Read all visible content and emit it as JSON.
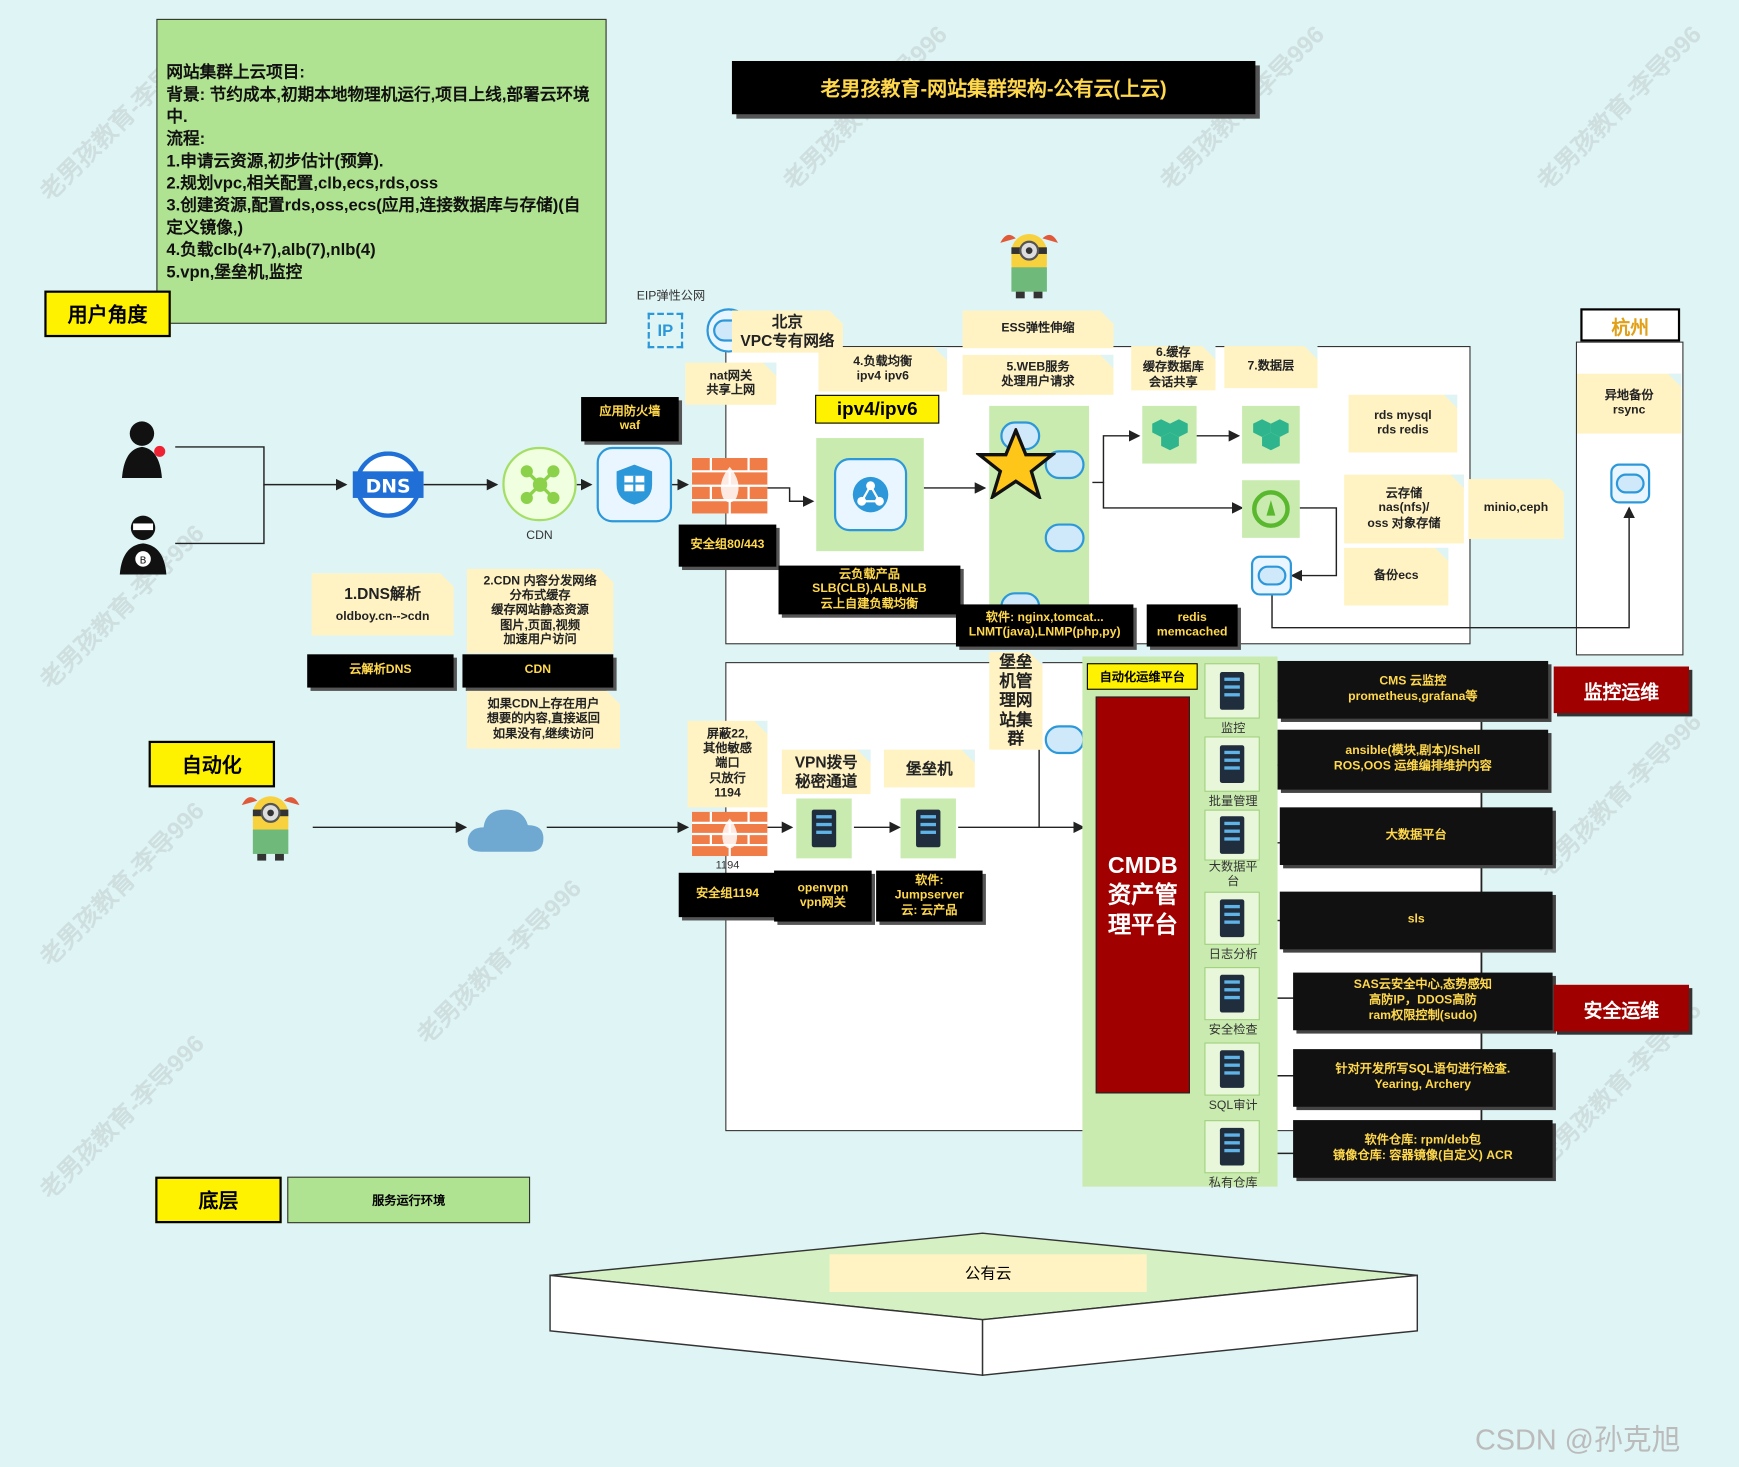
{
  "title": "老男孩教育-网站集群架构-公有云(上云)",
  "project_note": {
    "lines": [
      "网站集群上云项目:",
      "背景: 节约成本,初期本地物理机运行,项目上线,部署云环境中.",
      "流程:",
      "1.申请云资源,初步估计(预算).",
      "2.规划vpc,相关配置,clb,ecs,rds,oss",
      "3.创建资源,配置rds,oss,ecs(应用,连接数据库与存储)(自定义镜像,)",
      "4.负载clb(4+7),alb(7),nlb(4)",
      "5.vpn,堡垒机,监控"
    ]
  },
  "labels": {
    "user_angle": "用户角度",
    "automation": "自动化",
    "bottom_layer": "底层",
    "service_env": "服务运行环境",
    "public_cloud": "公有云",
    "eip": "EIP弹性公网",
    "vpc": "北京\nVPC专有网络",
    "nat": "nat网关\n共享上网",
    "lb_note": "4.负载均衡\nipv4 ipv6",
    "ipv4_ipv6": "ipv4/ipv6",
    "ess": "ESS弹性伸缩",
    "web": "5.WEB服务\n处理用户请求",
    "cache": "6.缓存\n缓存数据库\n会话共享",
    "data_layer": "7.数据层",
    "rds": "rds mysql\nrds  redis",
    "cloud_storage": "云存储\nnas(nfs)/\noss  对象存储",
    "minio": "minio,ceph",
    "backup_ecs": "备份ecs",
    "hangzhou": "杭州",
    "remote_backup": "异地备份\nrsync",
    "waf_title": "应用防火墙\nwaf",
    "cdn_label": "CDN",
    "sg_80_443": "安全组80/443",
    "cloud_lb_products": "云负载产品\nSLB(CLB),ALB,NLB\n云上自建负载均衡",
    "software_web": "软件: nginx,tomcat...\nLNMT(java),LNMP(php,py)",
    "redis_memcached": "redis\nmemcached",
    "dns_step": "1.DNS解析",
    "dns_domain": "oldboy.cn-->cdn",
    "cdn_step": "2.CDN 内容分发网络\n分布式缓存\n缓存网站静态资源\n图片,页面,视频\n加速用户访问",
    "cloud_dns": "云解析DNS",
    "cdn_dark": "CDN",
    "cdn_cache_note": "如果CDN上存在用户\n想要的内容,直接返回\n如果没有,继续访问",
    "bastion_vertical": "堡垒机管理网站集群",
    "shield_note": "屏蔽22,\n其他敏感\n端口\n只放行\n1194",
    "port_1194": "1194",
    "sg_1194": "安全组1194",
    "vpn_dial": "VPN拨号\n秘密通道",
    "bastion": "堡垒机",
    "openvpn": "openvpn\nvpn网关",
    "jumpserver": "软件:\nJumpserver\n云: 云产品",
    "auto_ops": "自动化运维平台",
    "cmdb": "CMDB\n资产管\n理平台",
    "monitor_ops": "监控运维",
    "security_ops": "安全运维",
    "watermark": "老男孩教育-李导996",
    "csdn": "CSDN @孙克旭"
  },
  "ops_items": [
    {
      "label": "监控",
      "desc": "CMS 云监控\nprometheus,grafana等"
    },
    {
      "label": "批量管理",
      "desc": "ansible(模块,剧本)/Shell\nROS,OOS 运维编排维护内容"
    },
    {
      "label": "大数据平台",
      "desc": "大数据平台"
    },
    {
      "label": "日志分析",
      "desc": "sls"
    },
    {
      "label": "安全检查",
      "desc": "SAS云安全中心,态势感知\n高防IP，DDOS高防\nram权限控制(sudo)"
    },
    {
      "label": "SQL审计",
      "desc": "针对开发所写SQL语句进行检查.\nYearing, Archery"
    },
    {
      "label": "私有仓库",
      "desc": "软件仓库: rpm/deb包\n镜像仓库: 容器镜像(自定义)  ACR"
    }
  ],
  "icons": {
    "dns": "dns-icon",
    "cdn": "cdn-network-icon",
    "waf": "firewall-shield-icon",
    "firewall": "brick-firewall-icon",
    "lb": "load-balancer-icon",
    "star": "star-icon",
    "cloud": "cloud-icon",
    "server": "server-icon",
    "user": "user-icon",
    "hacker": "hacker-icon",
    "minion": "minion-icon"
  },
  "colors": {
    "background": "#dff4f5",
    "note": "#fff3c4",
    "green": "#c9ebb0",
    "dark": "#000000",
    "accent_yellow": "#ffd84d",
    "red": "#a00000",
    "label_yellow": "#fff200"
  }
}
